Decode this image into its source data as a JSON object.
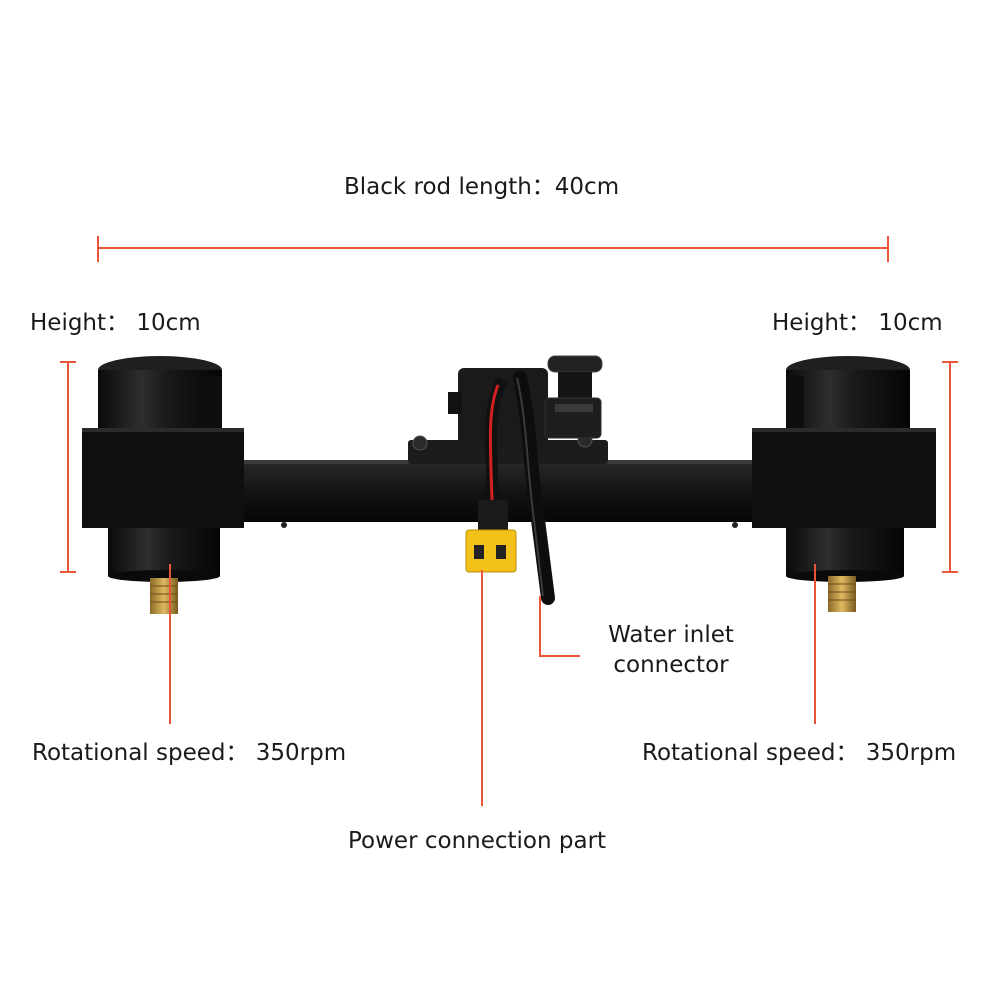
{
  "rod_label": "Black rod length：40cm",
  "left_height_label": "Height：  10cm",
  "right_height_label": "Height：  10cm",
  "left_speed_label": "Rotational speed：  350rpm",
  "right_speed_label": "Rotational speed：  350rpm",
  "water_inlet_label": {
    "line1": "Water inlet",
    "line2": "connector"
  },
  "power_label": "Power connection part",
  "colors": {
    "dimension_line": "#e8553a",
    "device_body": "#111111",
    "connector": "#f2c21a",
    "wire_red": "#d42020"
  }
}
